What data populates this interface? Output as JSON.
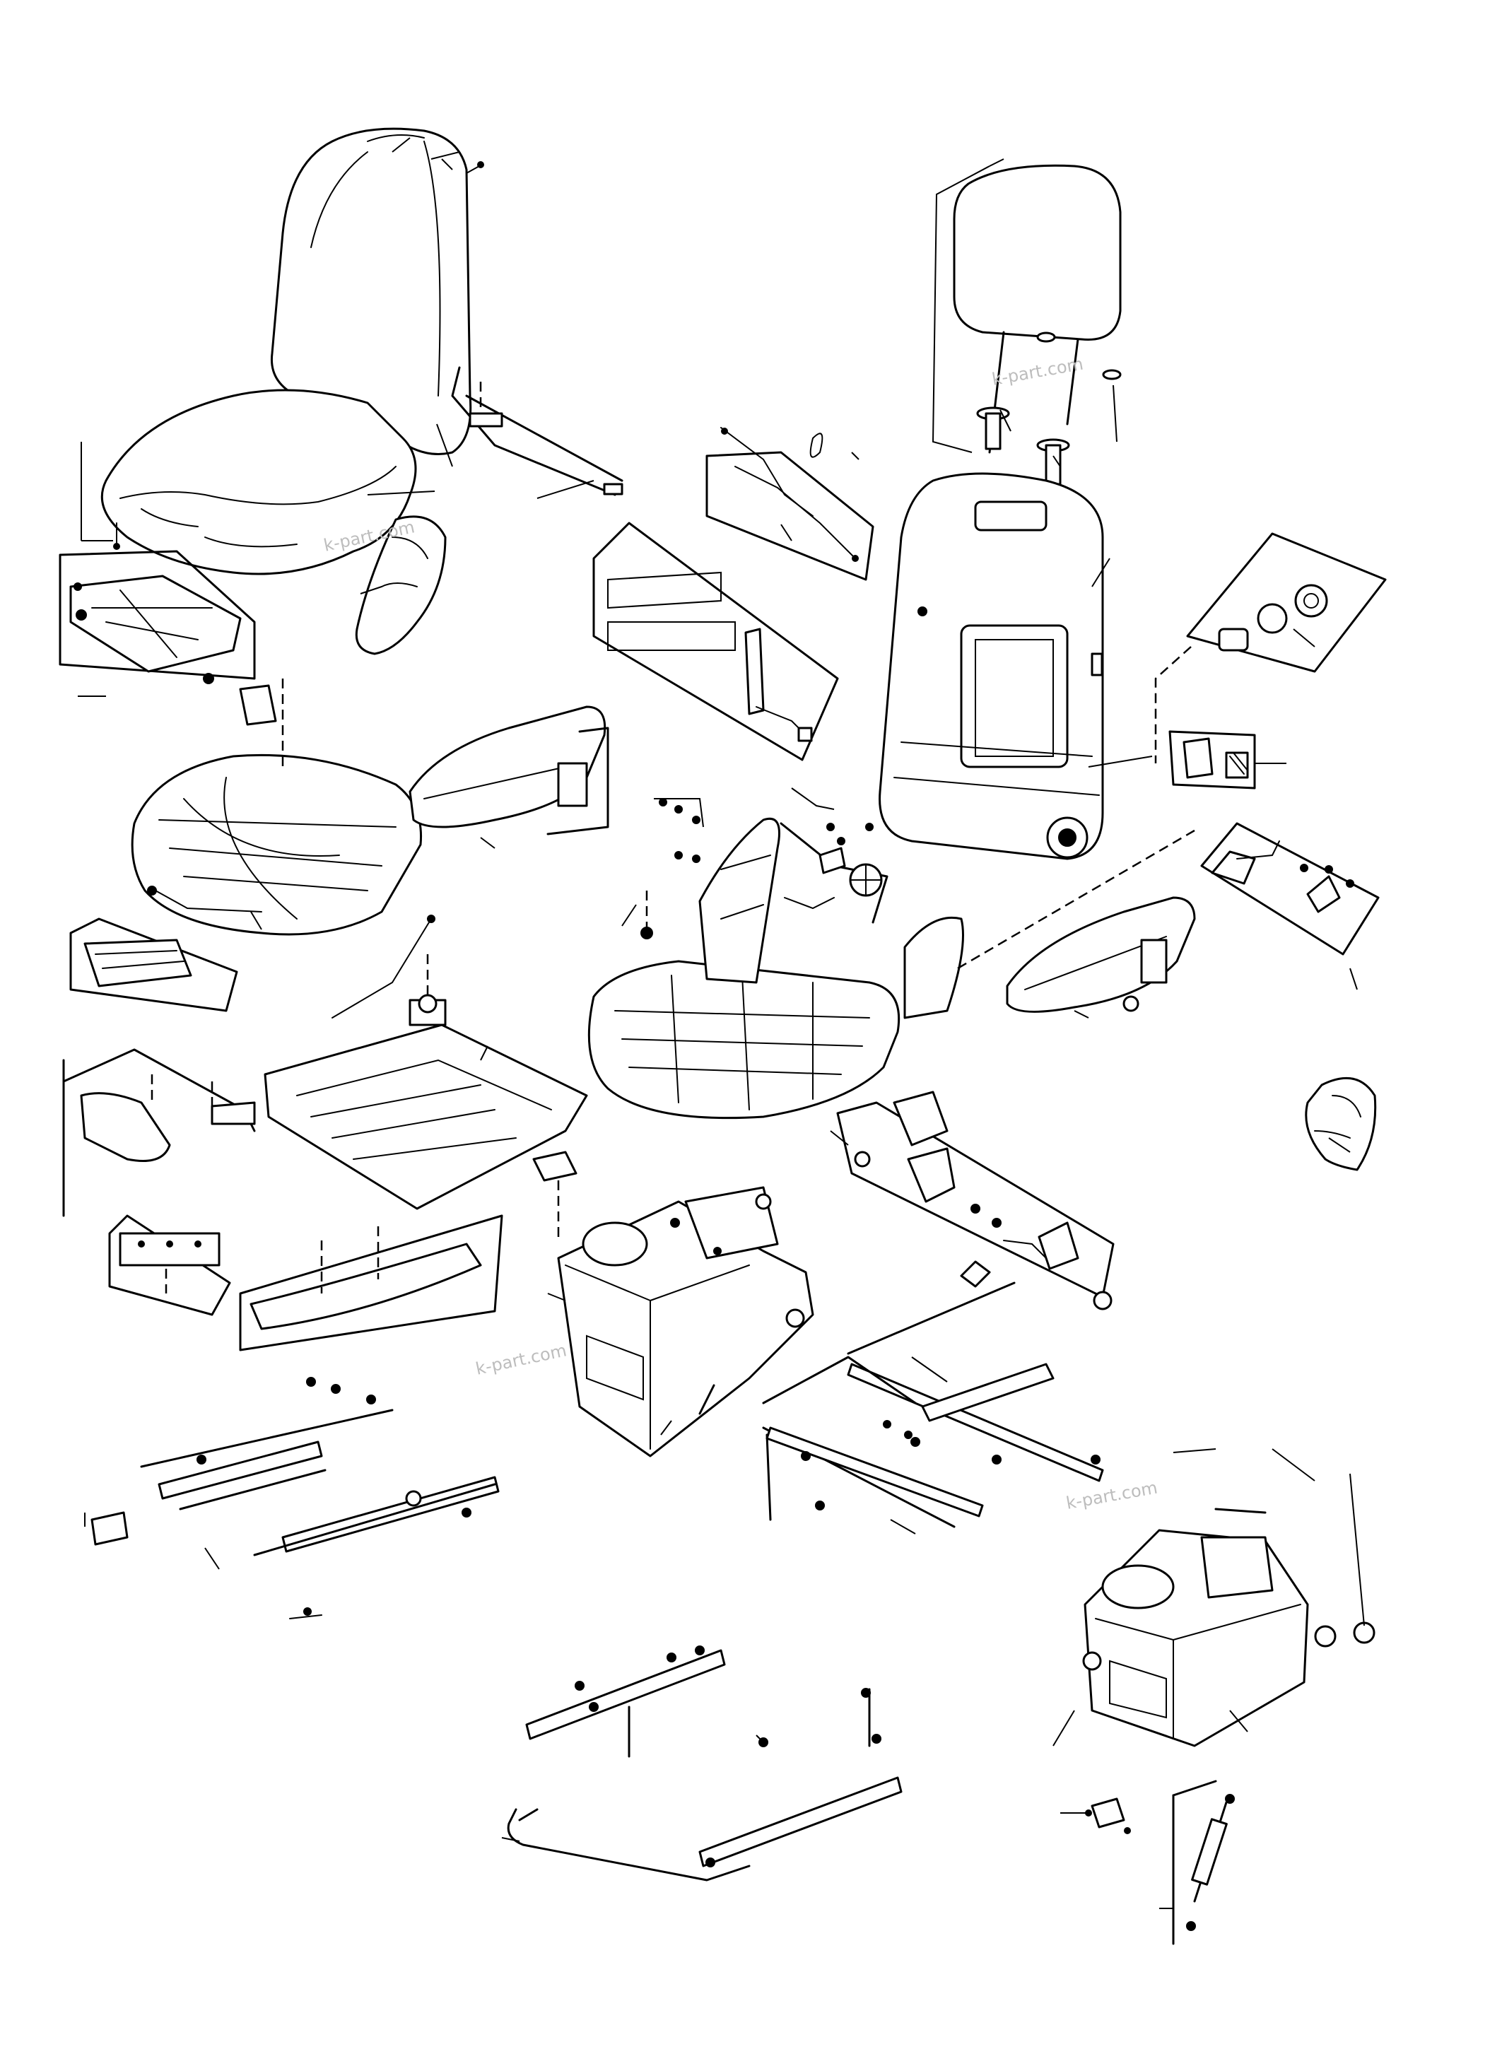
{
  "watermarks": [
    {
      "id": "wm-1",
      "text": "k-part.com"
    },
    {
      "id": "wm-2",
      "text": "k-part.com"
    },
    {
      "id": "wm-3",
      "text": "k-part.com"
    },
    {
      "id": "wm-4",
      "text": "k-part.com"
    }
  ]
}
